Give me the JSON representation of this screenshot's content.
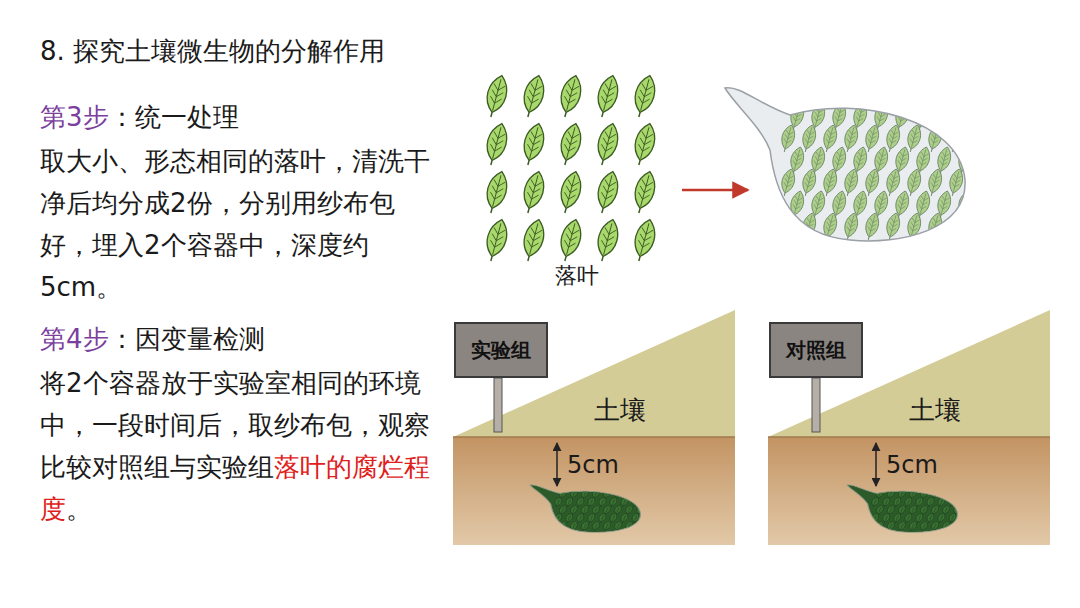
{
  "diagram": {
    "title": "8. 探究土壤微生物的分解作用",
    "nodes": [
      {
        "text": [
          "实验组"
        ]
      },
      {
        "text": [
          "对照组"
        ]
      }
    ],
    "labels": [
      "第3步",
      "：统一处理",
      "取大小、形态相同的落叶，清洗干净后均分成2份，分别用纱布包好，埋入2个容器中，深度约5cm。",
      "第4步",
      "：因变量检测",
      "将2个容器放于实验室相同的环境中，一段时间后，取纱布包，观察比较对照组与实验组",
      "落叶的腐烂程度",
      "。",
      "落叶",
      "土壤",
      "5cm",
      "土壤",
      "5cm"
    ]
  }
}
